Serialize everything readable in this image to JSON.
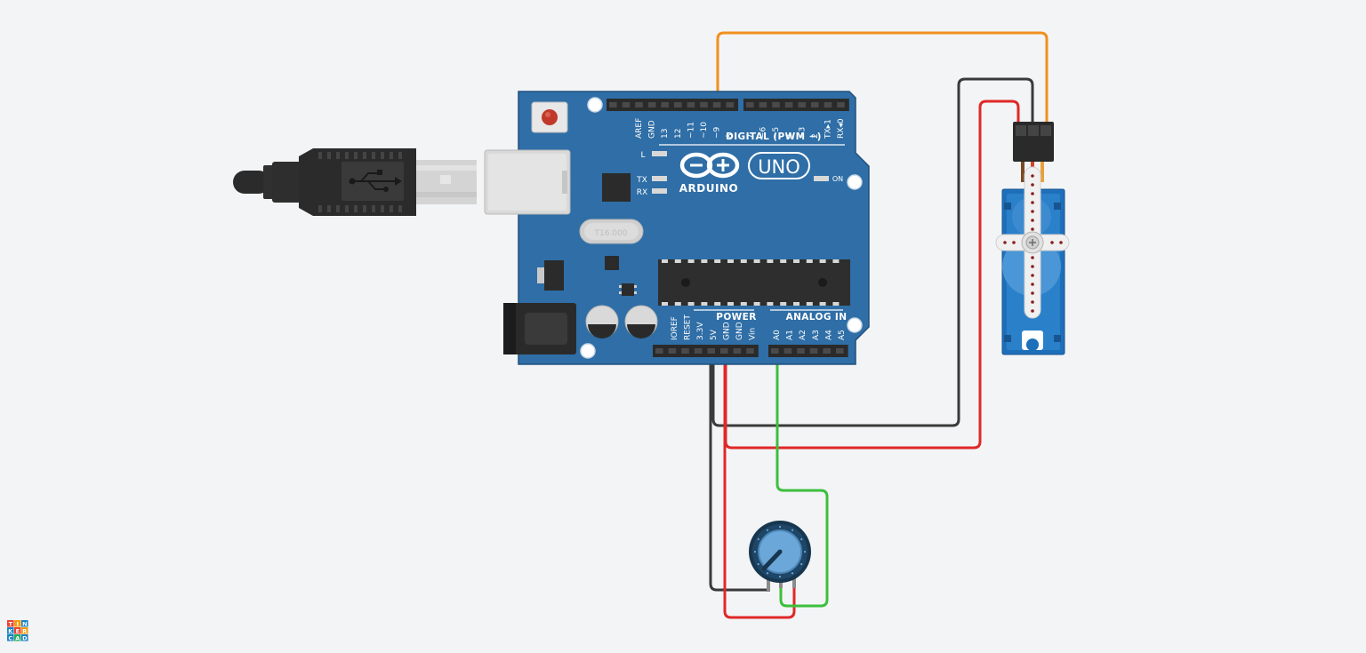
{
  "board": {
    "digital_header": "DIGITAL (PWM ~)",
    "power_header": "POWER",
    "analog_header": "ANALOG IN",
    "brand_text": "ARDUINO",
    "model_text": "UNO",
    "led_l": "L",
    "led_tx": "TX",
    "led_rx": "RX",
    "led_on": "ON",
    "crystal_text": "T16.000",
    "digital_pins": [
      "AREF",
      "GND",
      "13",
      "12",
      "~11",
      "~10",
      "~9",
      "8",
      "7",
      "~6",
      "~5",
      "4",
      "~3",
      "2",
      "TX▸1",
      "RX◂0"
    ],
    "power_pins": [
      "IOREF",
      "RESET",
      "3.3V",
      "5V",
      "GND",
      "GND",
      "Vin"
    ],
    "analog_pins": [
      "A0",
      "A1",
      "A2",
      "A3",
      "A4",
      "A5"
    ],
    "board_color": "#2f6ea6",
    "edge_color": "#20507d"
  },
  "wires": {
    "signal_color": "#f0901e",
    "ground_color": "#3a3a3a",
    "power_color": "#e02828",
    "analog_color": "#3cbf3c"
  },
  "logo": {
    "rows": [
      [
        "T",
        "I",
        "N"
      ],
      [
        "K",
        "E",
        "R"
      ],
      [
        "C",
        "A",
        "D"
      ]
    ],
    "colors": [
      "#e94235",
      "#f39c12",
      "#1a82c4",
      "#1a82c4",
      "#e94235",
      "#f39c12",
      "#1a82c4",
      "#27ae60",
      "#1a82c4"
    ]
  }
}
